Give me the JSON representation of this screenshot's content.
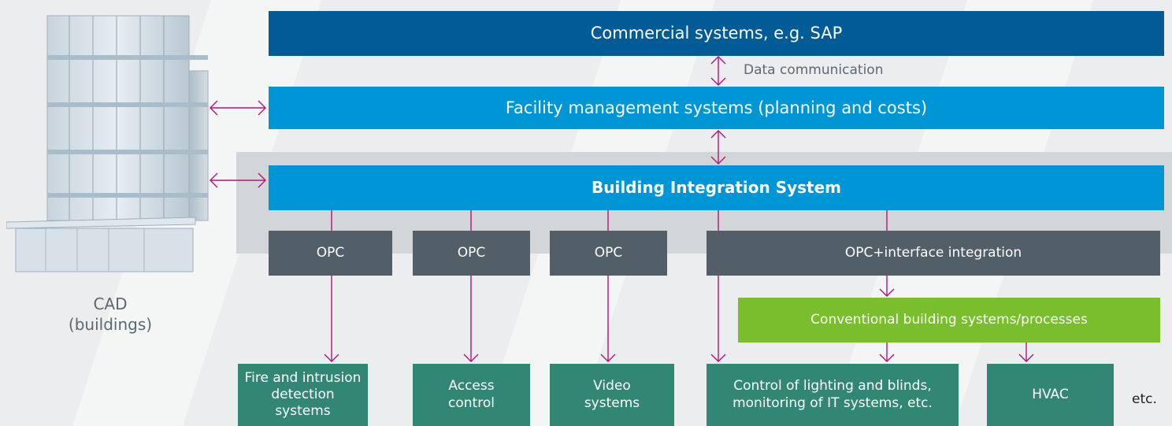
{
  "commercial": "Commercial systems, e.g. SAP",
  "data_comm": "Data communication",
  "facility": "Facility management systems (planning and costs)",
  "bis": "Building Integration System",
  "opc": [
    "OPC",
    "OPC",
    "OPC",
    "OPC+interface integration"
  ],
  "conventional": "Conventional building systems/processes",
  "targets": [
    "Fire and intrusion detection systems",
    "Access control",
    "Video systems",
    "Control of lighting and blinds, monitoring of IT systems, etc.",
    "HVAC"
  ],
  "etc": "etc.",
  "cad": "CAD (buildings)",
  "colors": {
    "dark_blue": "#005b96",
    "light_blue": "#0096d6",
    "slate": "#525e68",
    "green": "#78be2d",
    "teal": "#318773",
    "arrow": "#b5137a"
  }
}
